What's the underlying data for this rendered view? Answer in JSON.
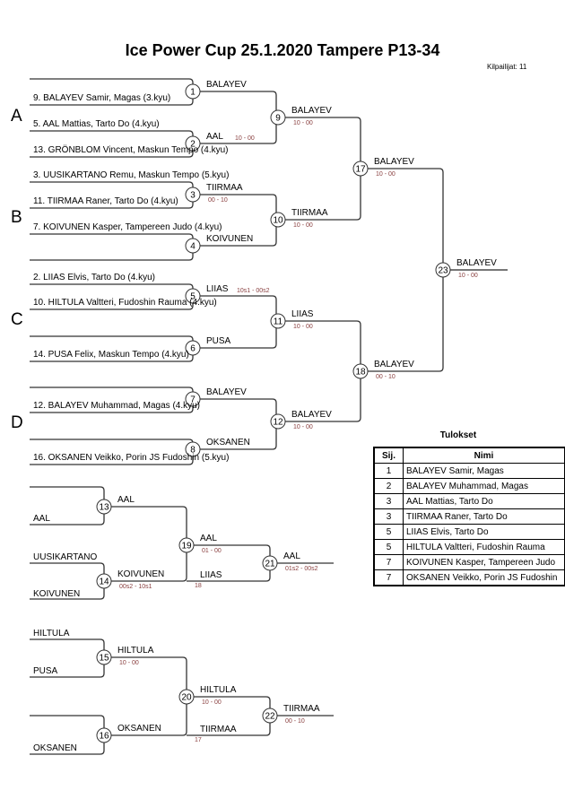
{
  "title": "Ice Power Cup  25.1.2020  Tampere   P13-34",
  "competitors": "Kilpailijat: 11",
  "groups": [
    "A",
    "B",
    "C",
    "D"
  ],
  "entries": [
    "9. BALAYEV Samir, Magas (3.kyu)",
    "5. AAL Mattias, Tarto Do (4.kyu)",
    "13. GRÖNBLOM Vincent, Maskun Tempo (4.kyu)",
    "3. UUSIKARTANO Remu, Maskun Tempo (5.kyu)",
    "11. TIIRMAA Raner, Tarto Do (4.kyu)",
    "7. KOIVUNEN Kasper, Tampereen Judo (4.kyu)",
    "2. LIIAS Elvis, Tarto Do (4.kyu)",
    "10. HILTULA Valtteri, Fudoshin Rauma (4.kyu)",
    "14. PUSA Felix, Maskun Tempo (4.kyu)",
    "12. BALAYEV Muhammad, Magas (4.kyu)",
    "16. OKSANEN Veikko, Porin JS Fudoshin (5.kyu)"
  ],
  "matches": {
    "m1": {
      "num": "1",
      "winner": "BALAYEV"
    },
    "m2": {
      "num": "2",
      "winner": "AAL",
      "score": "10 - 00"
    },
    "m3": {
      "num": "3",
      "winner": "TIIRMAA",
      "score": "00 - 10"
    },
    "m4": {
      "num": "4",
      "winner": "KOIVUNEN"
    },
    "m5": {
      "num": "5",
      "winner": "LIIAS",
      "score": "10s1 - 00s2"
    },
    "m6": {
      "num": "6",
      "winner": "PUSA"
    },
    "m7": {
      "num": "7",
      "winner": "BALAYEV"
    },
    "m8": {
      "num": "8",
      "winner": "OKSANEN"
    },
    "m9": {
      "num": "9",
      "winner": "BALAYEV",
      "score": "10 - 00"
    },
    "m10": {
      "num": "10",
      "winner": "TIIRMAA",
      "score": "10 - 00"
    },
    "m11": {
      "num": "11",
      "winner": "LIIAS",
      "score": "10 - 00"
    },
    "m12": {
      "num": "12",
      "winner": "BALAYEV",
      "score": "10 - 00"
    },
    "m17": {
      "num": "17",
      "winner": "BALAYEV",
      "score": "10 - 00"
    },
    "m18": {
      "num": "18",
      "winner": "BALAYEV",
      "score": "00 - 10"
    },
    "m23": {
      "num": "23",
      "winner": "BALAYEV",
      "score": "10 - 00"
    },
    "m13": {
      "num": "13",
      "winner": "AAL"
    },
    "m14": {
      "num": "14",
      "winner": "KOIVUNEN",
      "score": "00s2 - 10s1"
    },
    "m19": {
      "num": "19",
      "winner": "AAL",
      "score": "01 - 00"
    },
    "m21": {
      "num": "21",
      "winner": "AAL",
      "score": "01s2 - 00s2"
    },
    "m15": {
      "num": "15",
      "winner": "HILTULA",
      "score": "10 - 00"
    },
    "m16": {
      "num": "16",
      "winner": "OKSANEN"
    },
    "m20": {
      "num": "20",
      "winner": "HILTULA",
      "score": "10 - 00"
    },
    "m22": {
      "num": "22",
      "winner": "TIIRMAA",
      "score": "00 - 10"
    }
  },
  "repechage": {
    "r13b": "AAL",
    "r14a": "UUSIKARTANO",
    "r14b": "KOIVUNEN",
    "r15a": "HILTULA",
    "r15b": "PUSA",
    "r16b": "OKSANEN",
    "liias": "LIIAS",
    "liias_from": "18",
    "tiirmaa": "TIIRMAA",
    "tiirmaa_from": "17"
  },
  "results": {
    "title": "Tulokset",
    "headers": [
      "Sij.",
      "Nimi"
    ],
    "rows": [
      [
        "1",
        "BALAYEV Samir, Magas"
      ],
      [
        "2",
        "BALAYEV Muhammad, Magas"
      ],
      [
        "3",
        "AAL Mattias, Tarto Do"
      ],
      [
        "3",
        "TIIRMAA Raner, Tarto Do"
      ],
      [
        "5",
        "LIIAS Elvis, Tarto Do"
      ],
      [
        "5",
        "HILTULA Valtteri, Fudoshin Rauma"
      ],
      [
        "7",
        "KOIVUNEN Kasper, Tampereen Judo"
      ],
      [
        "7",
        "OKSANEN Veikko, Porin JS Fudoshin"
      ]
    ]
  }
}
